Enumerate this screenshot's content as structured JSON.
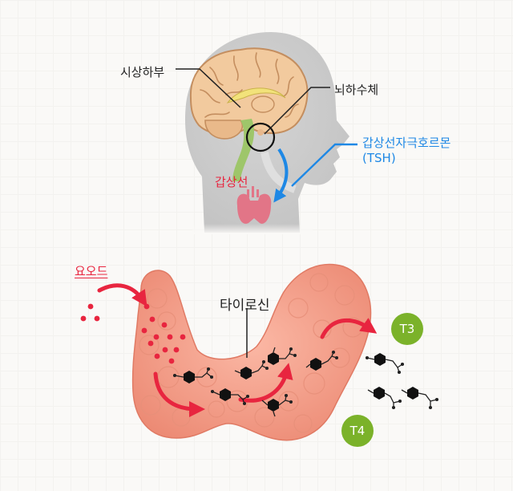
{
  "labels": {
    "hypothalamus": "시상하부",
    "pituitary": "뇌하수체",
    "tsh_line1": "갑상선자극호르몬",
    "tsh_line2": "(TSH)",
    "thyroid": "갑상선",
    "iodine": "요오드",
    "tyrosine": "타이로신"
  },
  "hormones": {
    "t3": "T3",
    "t4": "T4"
  },
  "colors": {
    "accent_red": "#e8253f",
    "tsh_blue": "#1e88e5",
    "hormone_green": "#7bb22a",
    "thyroid_pink": "#f4a08c"
  }
}
